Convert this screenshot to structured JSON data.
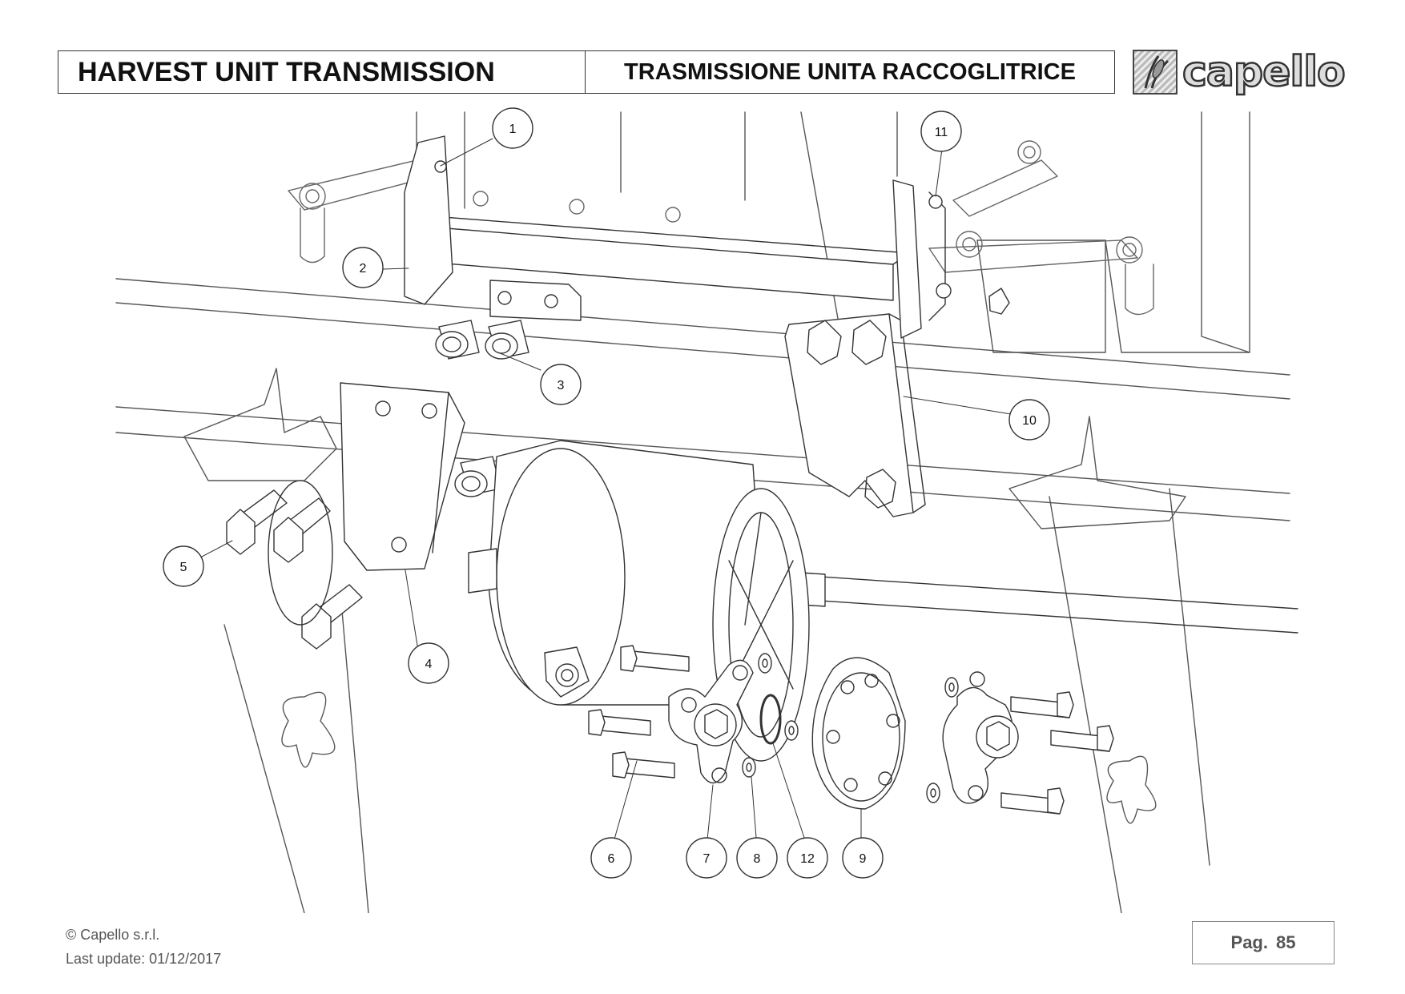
{
  "header": {
    "title_en": "HARVEST UNIT TRANSMISSION",
    "title_it": "TRASMISSIONE UNITA RACCOGLITRICE"
  },
  "logo": {
    "wordmark": "capello",
    "icon": "corn-logo-icon"
  },
  "callouts": [
    "1",
    "2",
    "3",
    "4",
    "5",
    "6",
    "7",
    "8",
    "9",
    "10",
    "11",
    "12"
  ],
  "footer": {
    "copyright": "© Capello s.r.l.",
    "last_update": "Last update: 01/12/2017",
    "page_label": "Pag.",
    "page_number": "85"
  }
}
